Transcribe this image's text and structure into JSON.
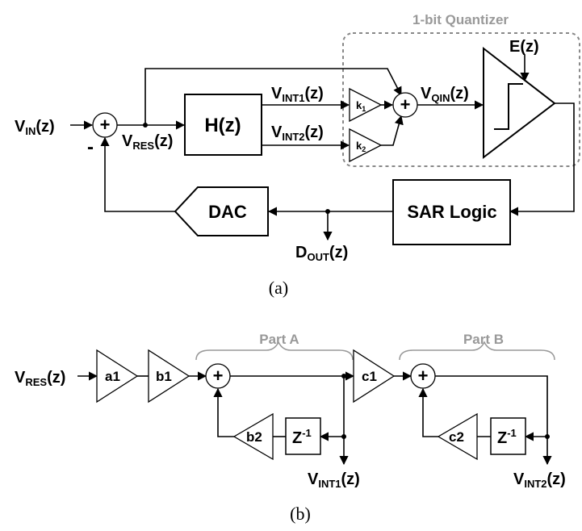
{
  "figure_a": {
    "caption": "(a)",
    "quantizer_label": "1-bit Quantizer",
    "vin": {
      "main": "V",
      "sub": "IN",
      "tail": "(z)"
    },
    "vres": {
      "main": "V",
      "sub": "RES",
      "tail": "(z)"
    },
    "minus_sign": "-",
    "plus_sign": "+",
    "hz": "H(z)",
    "vint1": {
      "main": "V",
      "sub": "INT1",
      "tail": "(z)"
    },
    "vint2": {
      "main": "V",
      "sub": "INT2",
      "tail": "(z)"
    },
    "k1": {
      "main": "k",
      "sub": "1"
    },
    "k2": {
      "main": "k",
      "sub": "2"
    },
    "vqin": {
      "main": "V",
      "sub": "QIN",
      "tail": "(z)"
    },
    "ez": "E(z)",
    "sar_logic": "SAR Logic",
    "dac": "DAC",
    "dout": {
      "main": "D",
      "sub": "OUT",
      "tail": "(z)"
    }
  },
  "figure_b": {
    "caption": "(b)",
    "vres": {
      "main": "V",
      "sub": "RES",
      "tail": "(z)"
    },
    "a1": "a1",
    "b1": "b1",
    "b2": "b2",
    "c1": "c1",
    "c2": "c2",
    "part_a": "Part A",
    "part_b": "Part B",
    "plus_sign": "+",
    "zinv": {
      "main": "Z",
      "sup": "-1"
    },
    "vint1": {
      "main": "V",
      "sub": "INT1",
      "tail": "(z)"
    },
    "vint2": {
      "main": "V",
      "sub": "INT2",
      "tail": "(z)"
    }
  },
  "colors": {
    "ink": "#000000",
    "muted": "#999999"
  }
}
